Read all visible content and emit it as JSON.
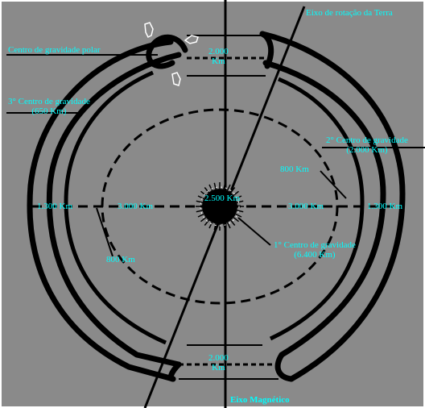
{
  "colors": {
    "background": "#8a8a8a",
    "lines": "#000000",
    "text": "#00ffff",
    "frame": "#ffffff"
  },
  "labels": {
    "rotation_axis": "Eixo de rotação da Terra",
    "polar_center": "Centro de gravidade polar",
    "third_center_line1": "3° Centro de gravidade",
    "third_center_line2": "(650 Km)",
    "second_center_line1": "2° Centro de gravidade",
    "second_center_line2": "(2.000 Km)",
    "first_center_line1": "1° Centro de gravidade",
    "first_center_line2": "(6.400 Km)",
    "magnetic_axis": "Eixo Magnético",
    "top_gap_value": "2.000",
    "top_gap_unit": "Km",
    "bottom_gap_value": "2.000",
    "bottom_gap_unit": "Km",
    "left_outer": "1.300 Km",
    "left_inner": "3.000 Km",
    "right_inner": "3.000 Km",
    "right_outer": "1.300 Km",
    "core": "2.500 Km",
    "right_800": "800 Km",
    "left_800": "800 Km"
  },
  "icons": {
    "land_shapes": "continent-outline-icons",
    "core": "core-sunburst-icon"
  }
}
